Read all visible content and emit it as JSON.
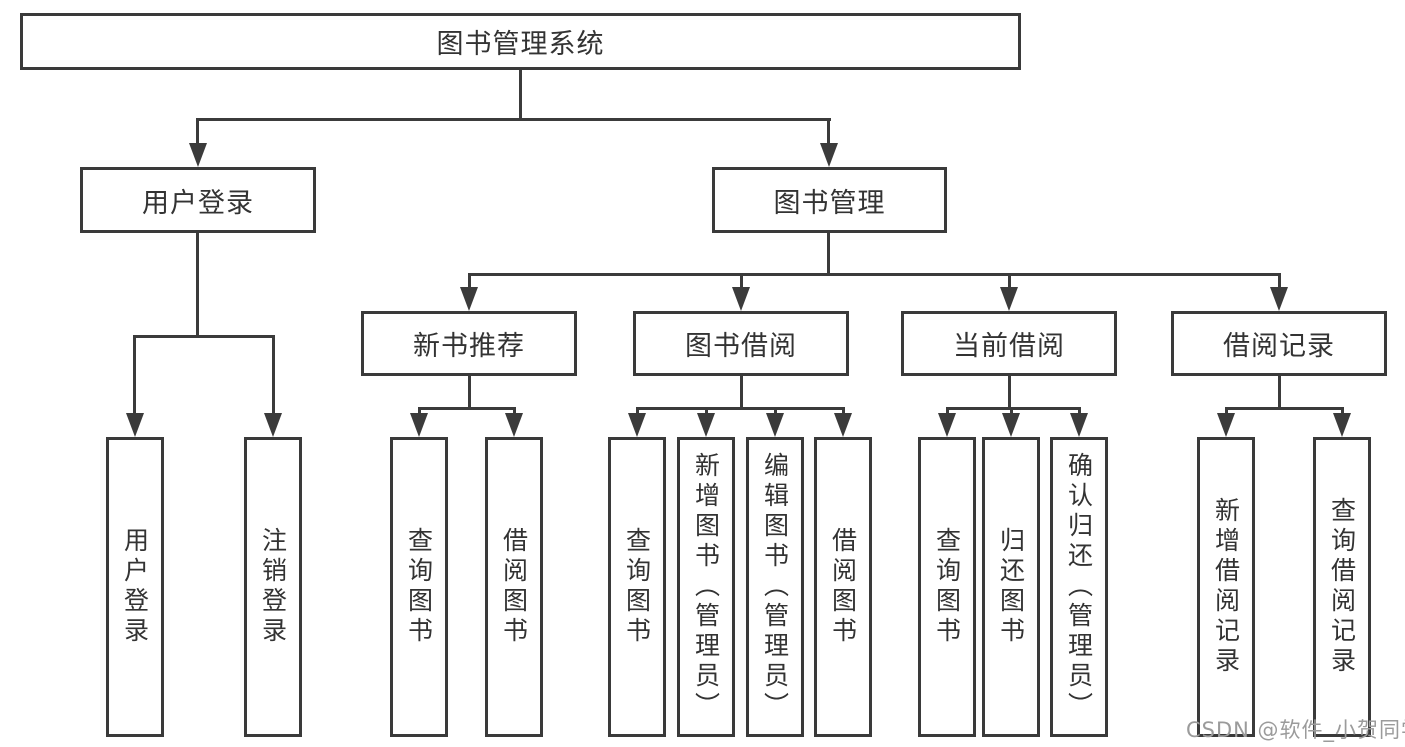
{
  "colors": {
    "background": "#ffffff",
    "box_border": "#3a3a3a",
    "line": "#3b3b3b",
    "text": "#333333",
    "watermark_text": "#9b9b9b"
  },
  "watermark": {
    "text": "CSDN @软件_小贺同学"
  },
  "tree": {
    "root": {
      "label": "图书管理系统"
    },
    "branches": [
      {
        "label": "用户登录",
        "children": [
          {
            "label": "用户登录"
          },
          {
            "label": "注销登录"
          }
        ]
      },
      {
        "label": "图书管理",
        "children": [
          {
            "label": "新书推荐",
            "children": [
              {
                "label": "查询图书"
              },
              {
                "label": "借阅图书"
              }
            ]
          },
          {
            "label": "图书借阅",
            "children": [
              {
                "label": "查询图书"
              },
              {
                "label": "新增图书（管理员）"
              },
              {
                "label": "编辑图书（管理员）"
              },
              {
                "label": "借阅图书"
              }
            ]
          },
          {
            "label": "当前借阅",
            "children": [
              {
                "label": "查询图书"
              },
              {
                "label": "归还图书"
              },
              {
                "label": "确认归还（管理员）"
              }
            ]
          },
          {
            "label": "借阅记录",
            "children": [
              {
                "label": "新增借阅记录"
              },
              {
                "label": "查询借阅记录"
              }
            ]
          }
        ]
      }
    ]
  }
}
